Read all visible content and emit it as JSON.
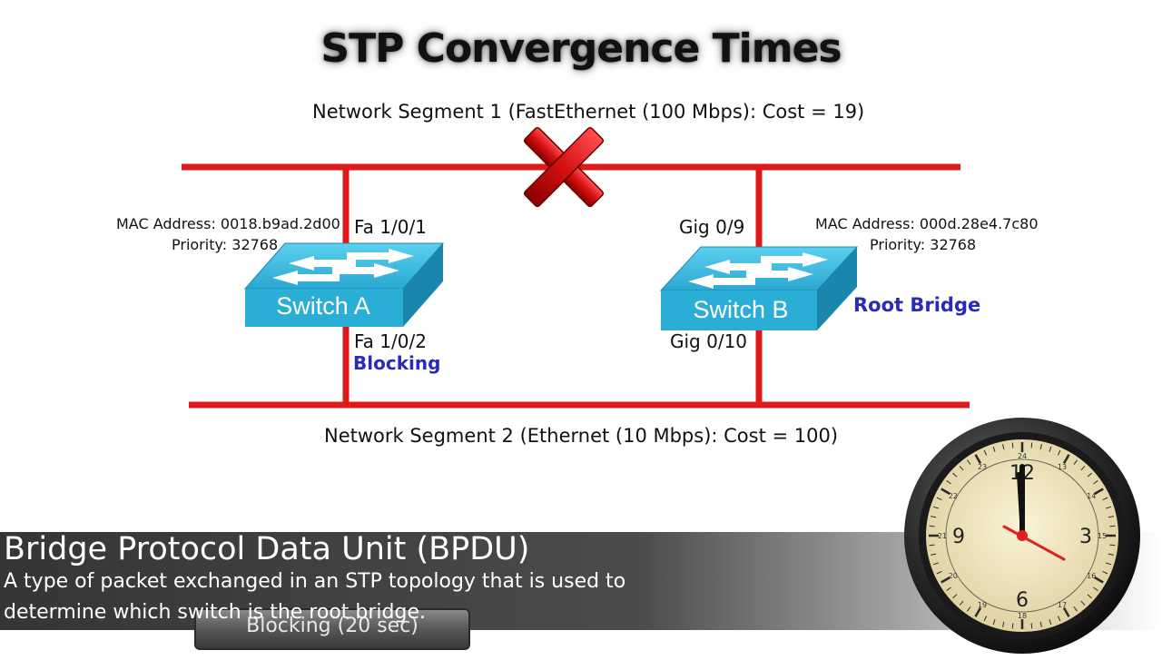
{
  "title": "STP Convergence Times",
  "segments": {
    "top": "Network Segment 1 (FastEthernet (100 Mbps): Cost = 19)",
    "bottom": "Network Segment 2 (Ethernet (10 Mbps): Cost = 100)"
  },
  "switch_a": {
    "name": "Switch A",
    "mac": "MAC Address: 0018.b9ad.2d00",
    "priority": "Priority: 32768",
    "port_top": "Fa 1/0/1",
    "port_bottom": "Fa 1/0/2",
    "port_state": "Blocking"
  },
  "switch_b": {
    "name": "Switch B",
    "mac": "MAC Address: 000d.28e4.7c80",
    "priority": "Priority: 32768",
    "port_top": "Gig 0/9",
    "port_bottom": "Gig 0/10",
    "role": "Root Bridge"
  },
  "caption": {
    "title": "Bridge Protocol Data Unit (BPDU)",
    "text": "A type of packet exchanged in an STP topology that is used to determine which switch is the root bridge."
  },
  "timer_button": "Blocking (20 sec)",
  "clock": {
    "hour_numerals": [
      "12",
      "3",
      "6",
      "9"
    ],
    "outer_numerals": [
      "24",
      "15",
      "18",
      "21",
      "14",
      "16",
      "17",
      "19",
      "20",
      "22",
      "23",
      "13"
    ],
    "hand_color": "#e02020"
  },
  "colors": {
    "link": "#e01a1a",
    "switch": "#29b1d8",
    "state_text": "#2a2ab8"
  }
}
